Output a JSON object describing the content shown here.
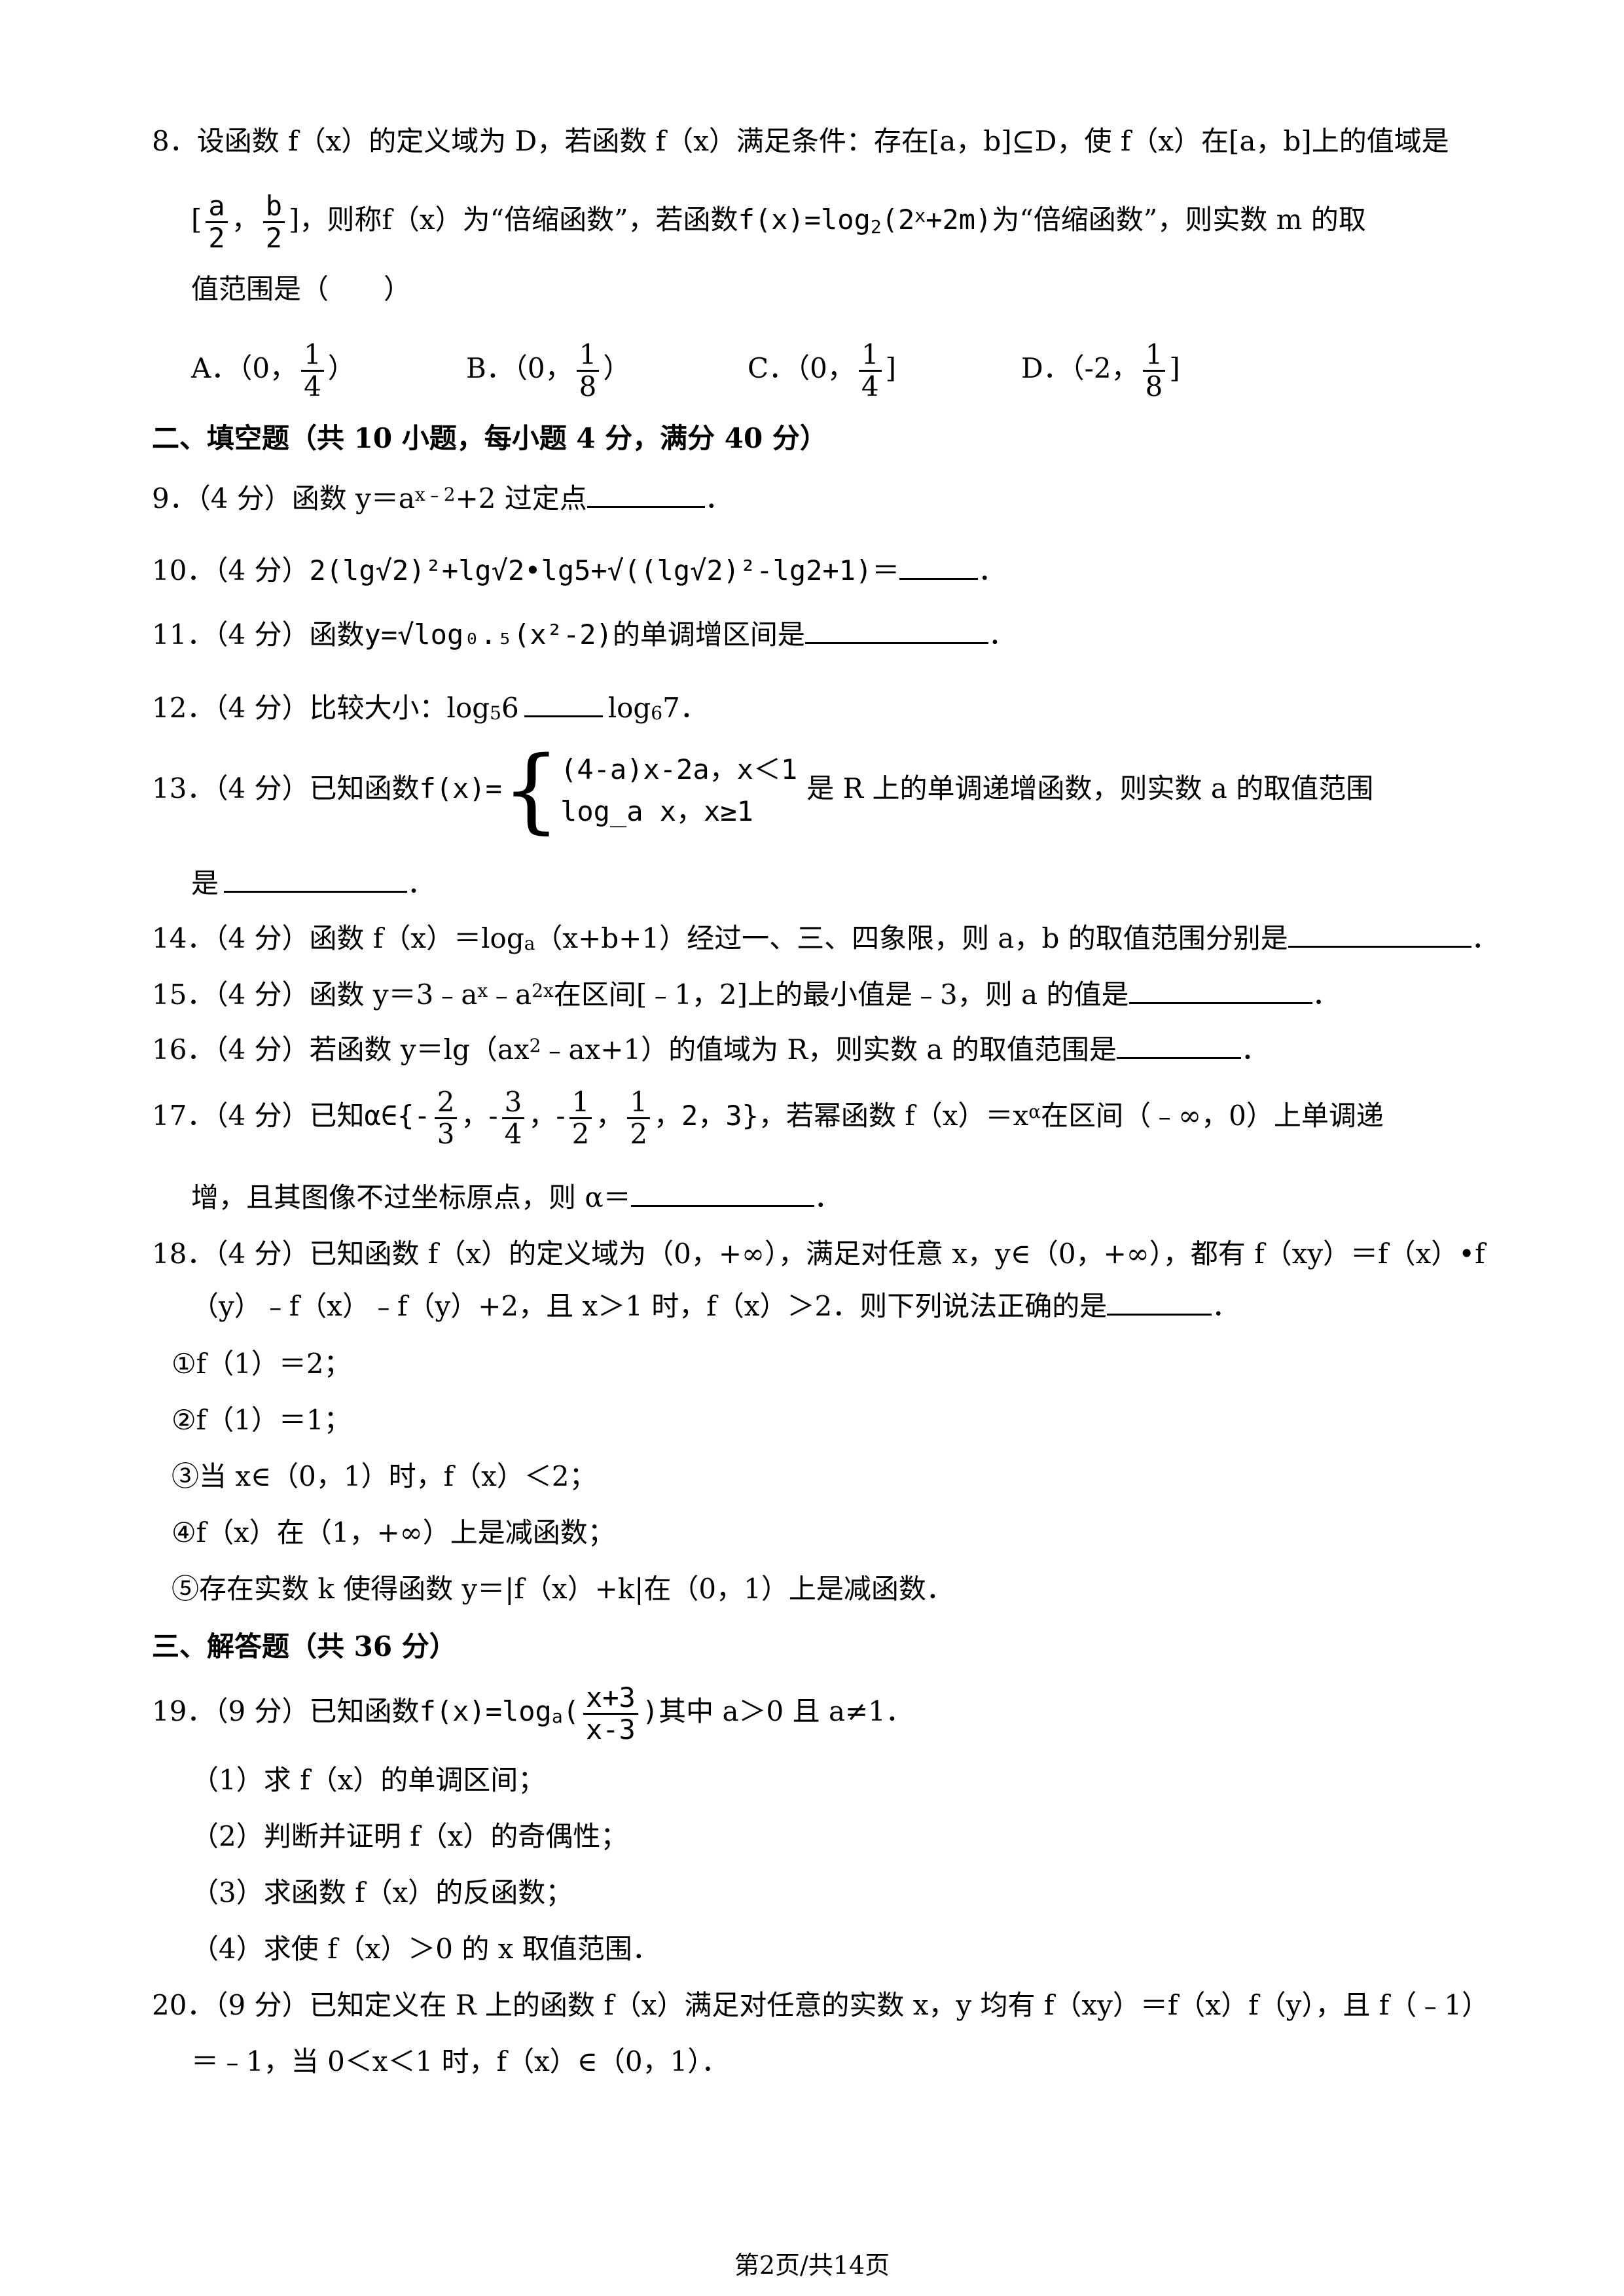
{
  "q8": {
    "line1": "8．设函数 f（x）的定义域为 D，若函数 f（x）满足条件：存在[a，b]⊆D，使 f（x）在[a，b]上的值域是",
    "line2_pre": "[",
    "frac_a_num": "a",
    "frac_a_den": "2",
    "frac_b_num": "b",
    "frac_b_den": "2",
    "line2_mid": "]，则称f（x）为“倍缩函数”，若函数",
    "line2_func": "f(x)=log",
    "line2_sub": "2",
    "line2_arg": "(2",
    "line2_sup": "x",
    "line2_arg2": "+2m)",
    "line2_post": "为“倍缩函数”，则实数 m 的取",
    "line3": "值范围是（　　）",
    "optA_label": "A．（0，",
    "optA_num": "1",
    "optA_den": "4",
    "optA_close": "）",
    "optB_label": "B．（0，",
    "optB_num": "1",
    "optB_den": "8",
    "optB_close": "）",
    "optC_label": "C．（0，",
    "optC_num": "1",
    "optC_den": "4",
    "optC_close": "]",
    "optD_label": "D．（-2，",
    "optD_num": "1",
    "optD_den": "8",
    "optD_close": "]"
  },
  "section2": "二、填空题（共 10 小题，每小题 4 分，满分 40 分）",
  "q9": {
    "pre": "9．（4 分）函数 y＝a",
    "sup": "x﹣2",
    "post": "+2 过定点",
    "end": "．"
  },
  "q10": {
    "pre": "10．（4 分）",
    "expr": "2(lg√2)²+lg√2•lg5+√((lg√2)²-lg2+1)",
    "eq": "＝",
    "end": "．"
  },
  "q11": {
    "pre": "11．（4 分）函数",
    "expr": "y=√log₀.₅(x²-2)",
    "post": "的单调增区间是",
    "end": "．"
  },
  "q12": {
    "pre": "12．（4 分）比较大小：log",
    "a": "5",
    "b": "6",
    "mid": "log",
    "c": "6",
    "d": "7",
    "end": "．"
  },
  "q13": {
    "pre": "13．（4 分）已知函数",
    "func": "f(x)=",
    "piece1": "(4-a)x-2a，x＜1",
    "piece2": "log_a x，x≥1",
    "post": "是 R 上的单调递增函数，则实数 a 的取值范围",
    "line2": "是",
    "end": "．"
  },
  "q14": {
    "text": "14．（4 分）函数 f（x）＝log",
    "sub": "a",
    "post": "（x+b+1）经过一、三、四象限，则 a，b 的取值范围分别是",
    "end": "．"
  },
  "q15": {
    "pre": "15．（4 分）函数 y＝3﹣a",
    "sup1": "x",
    "mid": "﹣a",
    "sup2": "2x",
    "post": "在区间[﹣1，2]上的最小值是﹣3，则 a 的值是",
    "end": "．"
  },
  "q16": {
    "pre": "16．（4 分）若函数 y＝lg（ax",
    "sup": "2",
    "post": "﹣ax+1）的值域为 R，则实数 a 的取值范围是",
    "end": "．"
  },
  "q17": {
    "pre": "17．（4 分）已知",
    "alpha_set_pre": "α∈{-",
    "f1n": "2",
    "f1d": "3",
    "sep1": "，-",
    "f2n": "3",
    "f2d": "4",
    "sep2": "，-",
    "f3n": "1",
    "f3d": "2",
    "sep3": "，",
    "f4n": "1",
    "f4d": "2",
    "set_post": "，2，3}",
    "post": "，若幂函数 f（x）＝x",
    "sup": "α",
    "post2": "在区间（﹣∞，0）上单调递",
    "line2": "增，且其图像不过坐标原点，则 α＝",
    "end": "．"
  },
  "q18": {
    "line1": "18．（4 分）已知函数 f（x）的定义域为（0，+∞），满足对任意 x，y∈（0，+∞），都有 f（xy）＝f（x）•f",
    "line2": "（y）﹣f（x）﹣f（y）+2，且 x＞1 时，f（x）＞2．则下列说法正确的是",
    "line2_end": "．",
    "opt1": "①f（1）＝2；",
    "opt2": "②f（1）＝1；",
    "opt3": "③当 x∈（0，1）时，f（x）＜2；",
    "opt4": "④f（x）在（1，+∞）上是减函数；",
    "opt5": "⑤存在实数 k 使得函数 y＝|f（x）+k|在（0，1）上是减函数．"
  },
  "section3": "三、解答题（共 36 分）",
  "q19": {
    "pre": "19．（9 分）已知函数",
    "func": "f(x)=log",
    "sub": "a",
    "num": "x+3",
    "den": "x-3",
    "post": "其中 a＞0 且 a≠1．",
    "s1": "（1）求 f（x）的单调区间；",
    "s2": "（2）判断并证明 f（x）的奇偶性；",
    "s3": "（3）求函数 f（x）的反函数；",
    "s4": "（4）求使 f（x）＞0 的 x 取值范围．"
  },
  "q20": {
    "line1": "20．（9 分）已知定义在 R 上的函数 f（x）满足对任意的实数 x，y 均有 f（xy）＝f（x）f（y），且 f（﹣1）",
    "line2": "＝﹣1，当 0＜x＜1 时，f（x）∈（0，1）．"
  },
  "footer": "第2页/共14页"
}
